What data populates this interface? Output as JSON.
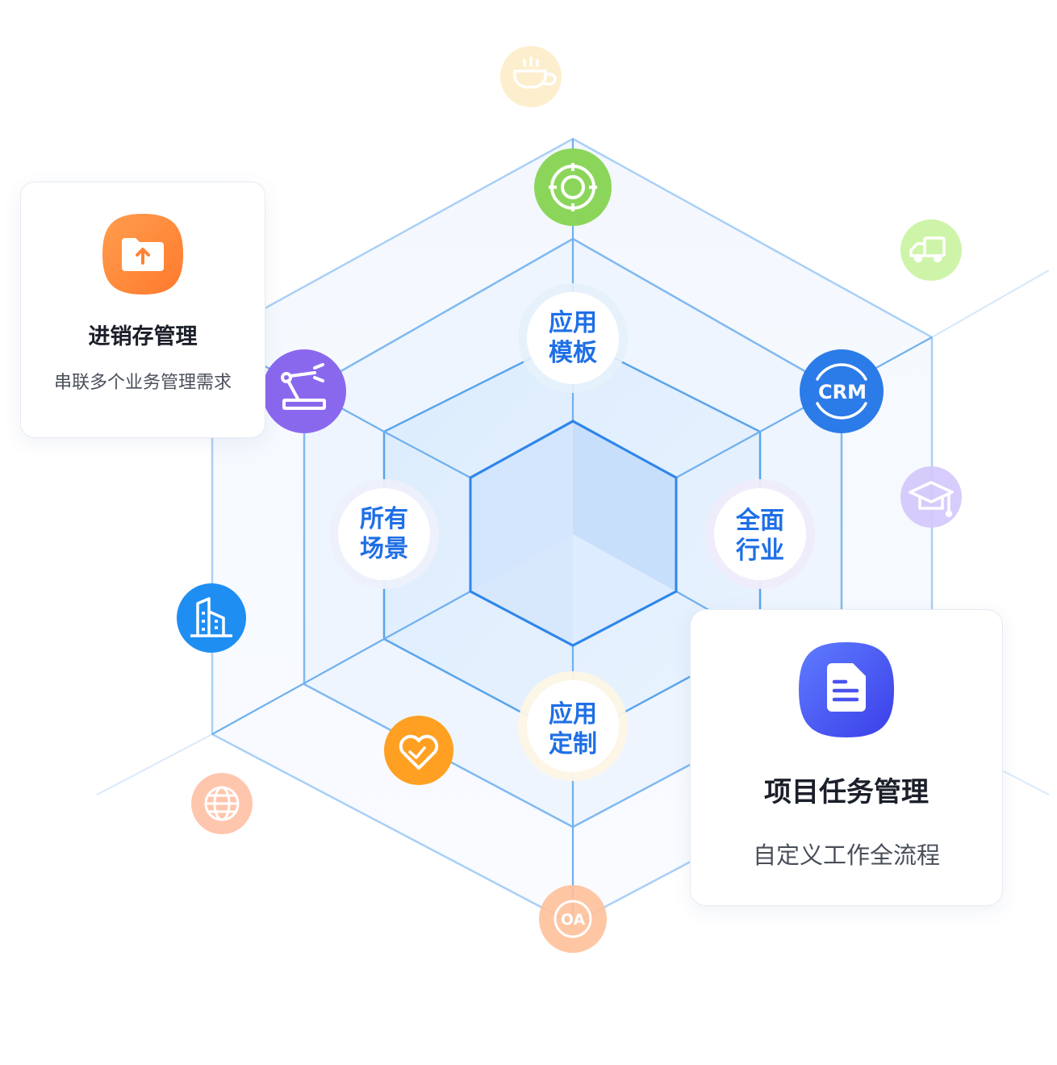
{
  "hub": {
    "top": [
      "应用",
      "模板"
    ],
    "left": [
      "所有",
      "场景"
    ],
    "right": [
      "全面",
      "行业"
    ],
    "bottom": [
      "应用",
      "定制"
    ]
  },
  "icons": {
    "crm_label": "CRM",
    "oa_label": "OA"
  },
  "cards": {
    "inventory": {
      "title": "进销存管理",
      "subtitle": "串联多个业务管理需求"
    },
    "project": {
      "title": "项目任务管理",
      "subtitle": "自定义工作全流程"
    }
  },
  "colors": {
    "accent_blue": "#1f6fe6",
    "line_blue": "#4a9ae8",
    "orange": "#ff8a3d",
    "green": "#8fd85a",
    "purple": "#8a6cf0",
    "indigo": "#4a55ef"
  }
}
